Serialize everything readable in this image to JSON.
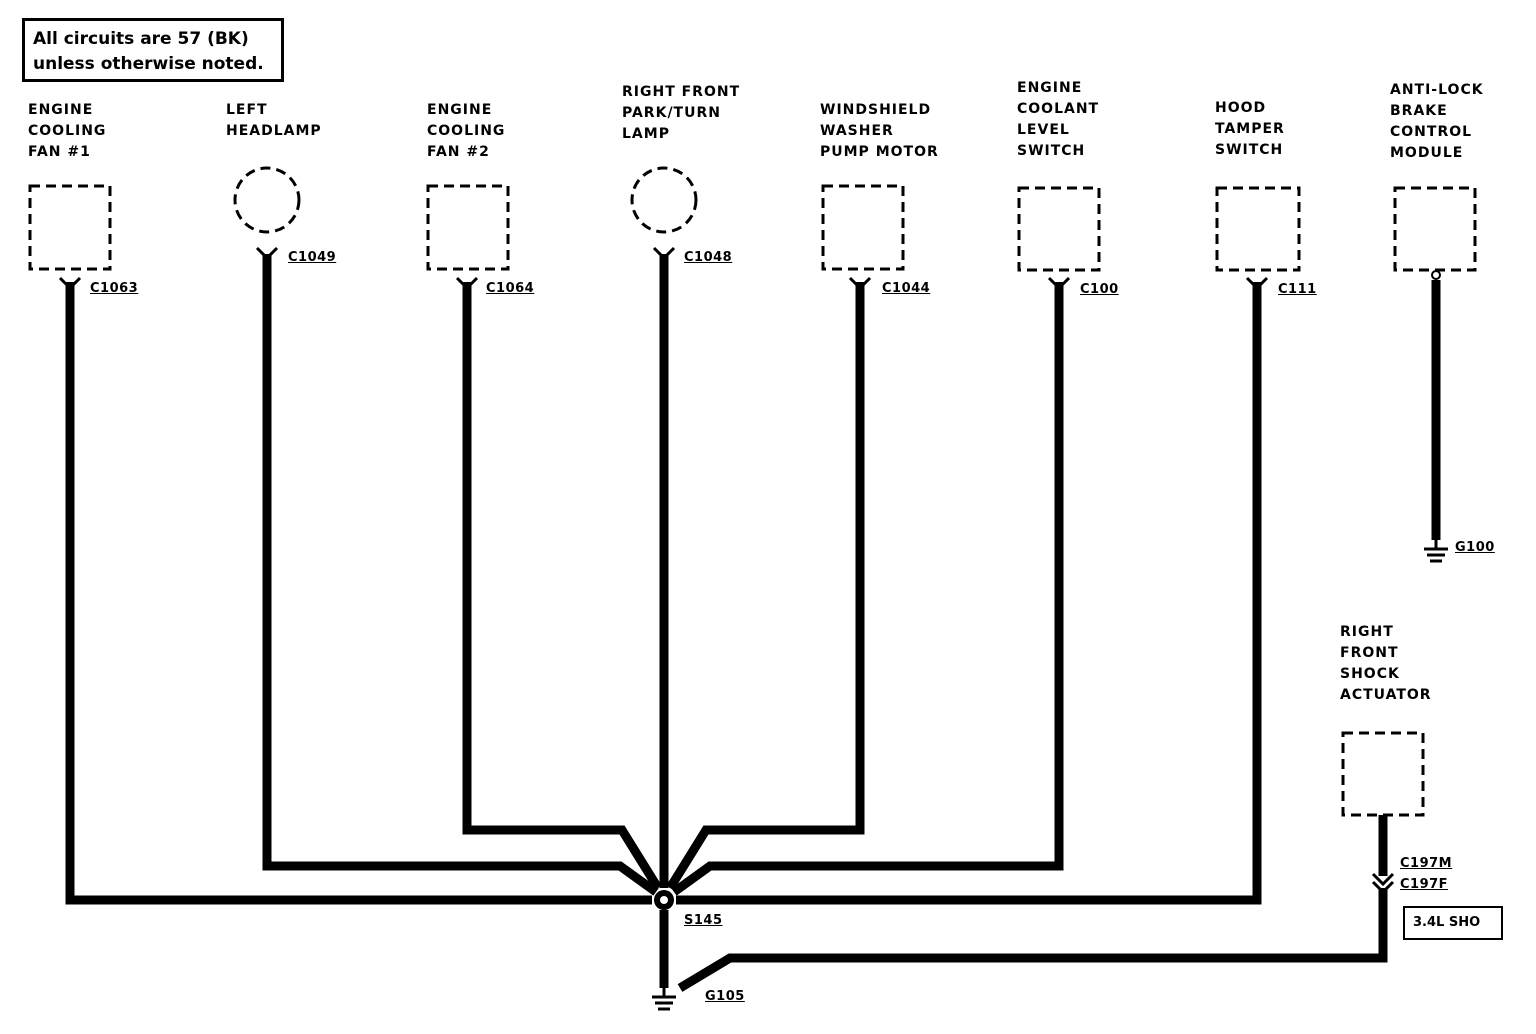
{
  "note": {
    "line1": "All circuits are 57 (BK)",
    "line2": "unless otherwise noted."
  },
  "components": [
    {
      "name": "ENGINE\nCOOLING\nFAN #1",
      "connector": "C1063",
      "symbol": "box"
    },
    {
      "name": "LEFT\nHEADLAMP",
      "connector": "C1049",
      "symbol": "circle"
    },
    {
      "name": "ENGINE\nCOOLING\nFAN #2",
      "connector": "C1064",
      "symbol": "box"
    },
    {
      "name": "RIGHT FRONT\nPARK/TURN\nLAMP",
      "connector": "C1048",
      "symbol": "circle"
    },
    {
      "name": "WINDSHIELD\nWASHER\nPUMP MOTOR",
      "connector": "C1044",
      "symbol": "box"
    },
    {
      "name": "ENGINE\nCOOLANT\nLEVEL\nSWITCH",
      "connector": "C100",
      "symbol": "box"
    },
    {
      "name": "HOOD\nTAMPER\nSWITCH",
      "connector": "C111",
      "symbol": "box"
    },
    {
      "name": "ANTI-LOCK\nBRAKE\nCONTROL\nMODULE",
      "connector": "",
      "symbol": "box"
    },
    {
      "name": "RIGHT\nFRONT\nSHOCK\nACTUATOR",
      "connector": "",
      "symbol": "box"
    }
  ],
  "shock_connectors": {
    "male": "C197M",
    "female": "C197F"
  },
  "splice": "S145",
  "grounds": {
    "main": "G105",
    "abs": "G100"
  },
  "engine_option": "3.4L SHO"
}
